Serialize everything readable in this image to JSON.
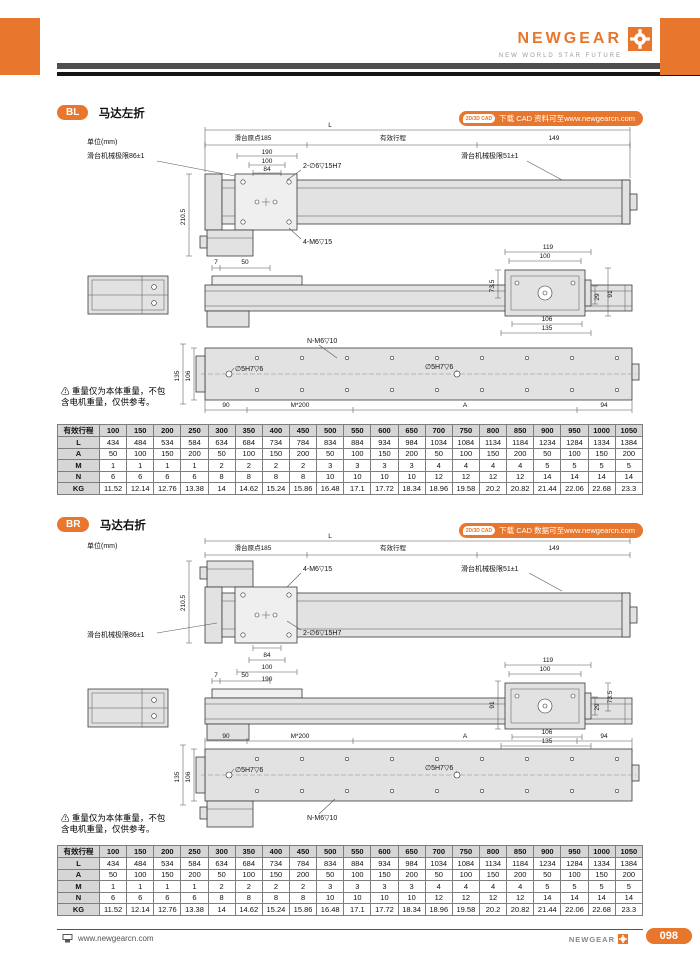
{
  "colors": {
    "accent": "#e8762c"
  },
  "header": {
    "brand": "NEWGEAR",
    "tagline": "NEW WORLD STAR FUTURE"
  },
  "cad_icon_label": "2D/3D CAD",
  "unit_label": "单位(mm)",
  "sections": {
    "bl": {
      "tag": "BL",
      "title": "马达左折",
      "cad_badge": "下载 CAD 资料可至www.newgearcn.com"
    },
    "br": {
      "tag": "BR",
      "title": "马达右折",
      "cad_badge": "下载 CAD 数据可至www.newgearcn.com"
    }
  },
  "note": {
    "line1": "⚠ 重量仅为本体重量，不包",
    "line2": "含电机重量，仅供参考。"
  },
  "dims": {
    "L": "L",
    "origin": "滑台原点185",
    "stroke": "有效行程",
    "d149": "149",
    "d190": "190",
    "d100": "100",
    "d84": "84",
    "holes2": "2-∅6▽15H7",
    "limit86": "滑台机械极限86±1",
    "limit51": "滑台机械极限51±1",
    "d210_5": "210.5",
    "m6x4": "4-M6▽15",
    "d7": "7",
    "d50": "50",
    "d119": "119",
    "d73_5": "73.5",
    "d29": "29",
    "d91": "91",
    "d106": "106",
    "d135": "135",
    "nm6": "N-M6▽10",
    "hole5": "∅5H7▽6",
    "d90": "90",
    "m200": "M*200",
    "A": "A",
    "d94": "94"
  },
  "table": {
    "header_label": "有效行程",
    "header_values": [
      "100",
      "150",
      "200",
      "250",
      "300",
      "350",
      "400",
      "450",
      "500",
      "550",
      "600",
      "650",
      "700",
      "750",
      "800",
      "850",
      "900",
      "950",
      "1000",
      "1050"
    ],
    "rows": [
      {
        "label": "L",
        "values": [
          "434",
          "484",
          "534",
          "584",
          "634",
          "684",
          "734",
          "784",
          "834",
          "884",
          "934",
          "984",
          "1034",
          "1084",
          "1134",
          "1184",
          "1234",
          "1284",
          "1334",
          "1384"
        ]
      },
      {
        "label": "A",
        "values": [
          "50",
          "100",
          "150",
          "200",
          "50",
          "100",
          "150",
          "200",
          "50",
          "100",
          "150",
          "200",
          "50",
          "100",
          "150",
          "200",
          "50",
          "100",
          "150",
          "200"
        ]
      },
      {
        "label": "M",
        "values": [
          "1",
          "1",
          "1",
          "1",
          "2",
          "2",
          "2",
          "2",
          "3",
          "3",
          "3",
          "3",
          "4",
          "4",
          "4",
          "4",
          "5",
          "5",
          "5",
          "5"
        ]
      },
      {
        "label": "N",
        "values": [
          "6",
          "6",
          "6",
          "6",
          "8",
          "8",
          "8",
          "8",
          "10",
          "10",
          "10",
          "10",
          "12",
          "12",
          "12",
          "12",
          "14",
          "14",
          "14",
          "14"
        ]
      },
      {
        "label": "KG",
        "values": [
          "11.52",
          "12.14",
          "12.76",
          "13.38",
          "14",
          "14.62",
          "15.24",
          "15.86",
          "16.48",
          "17.1",
          "17.72",
          "18.34",
          "18.96",
          "19.58",
          "20.2",
          "20.82",
          "21.44",
          "22.06",
          "22.68",
          "23.3"
        ]
      }
    ]
  },
  "footer": {
    "url": "www.newgearcn.com",
    "brand": "NEWGEAR",
    "page": "098"
  }
}
